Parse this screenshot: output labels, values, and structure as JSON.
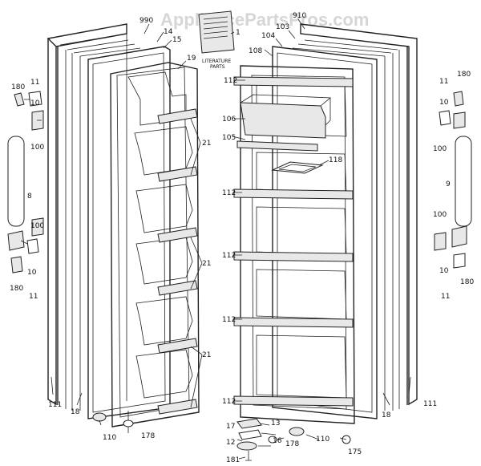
{
  "watermark": "AppliancePartsPros.com",
  "literature_label_1": "LITERATURE",
  "literature_label_2": "PARTS",
  "labels": [
    "990",
    "14",
    "15",
    "19",
    "1",
    "910",
    "103",
    "104",
    "108",
    "112",
    "106",
    "105",
    "118",
    "112",
    "112",
    "112",
    "112",
    "21",
    "21",
    "21",
    "180",
    "11",
    "10",
    "100",
    "8",
    "100",
    "10",
    "180",
    "11",
    "180",
    "11",
    "10",
    "100",
    "9",
    "100",
    "10",
    "180",
    "11",
    "111",
    "18",
    "110",
    "178",
    "17",
    "13",
    "16",
    "12",
    "181",
    "178",
    "110",
    "175",
    "18",
    "111"
  ]
}
